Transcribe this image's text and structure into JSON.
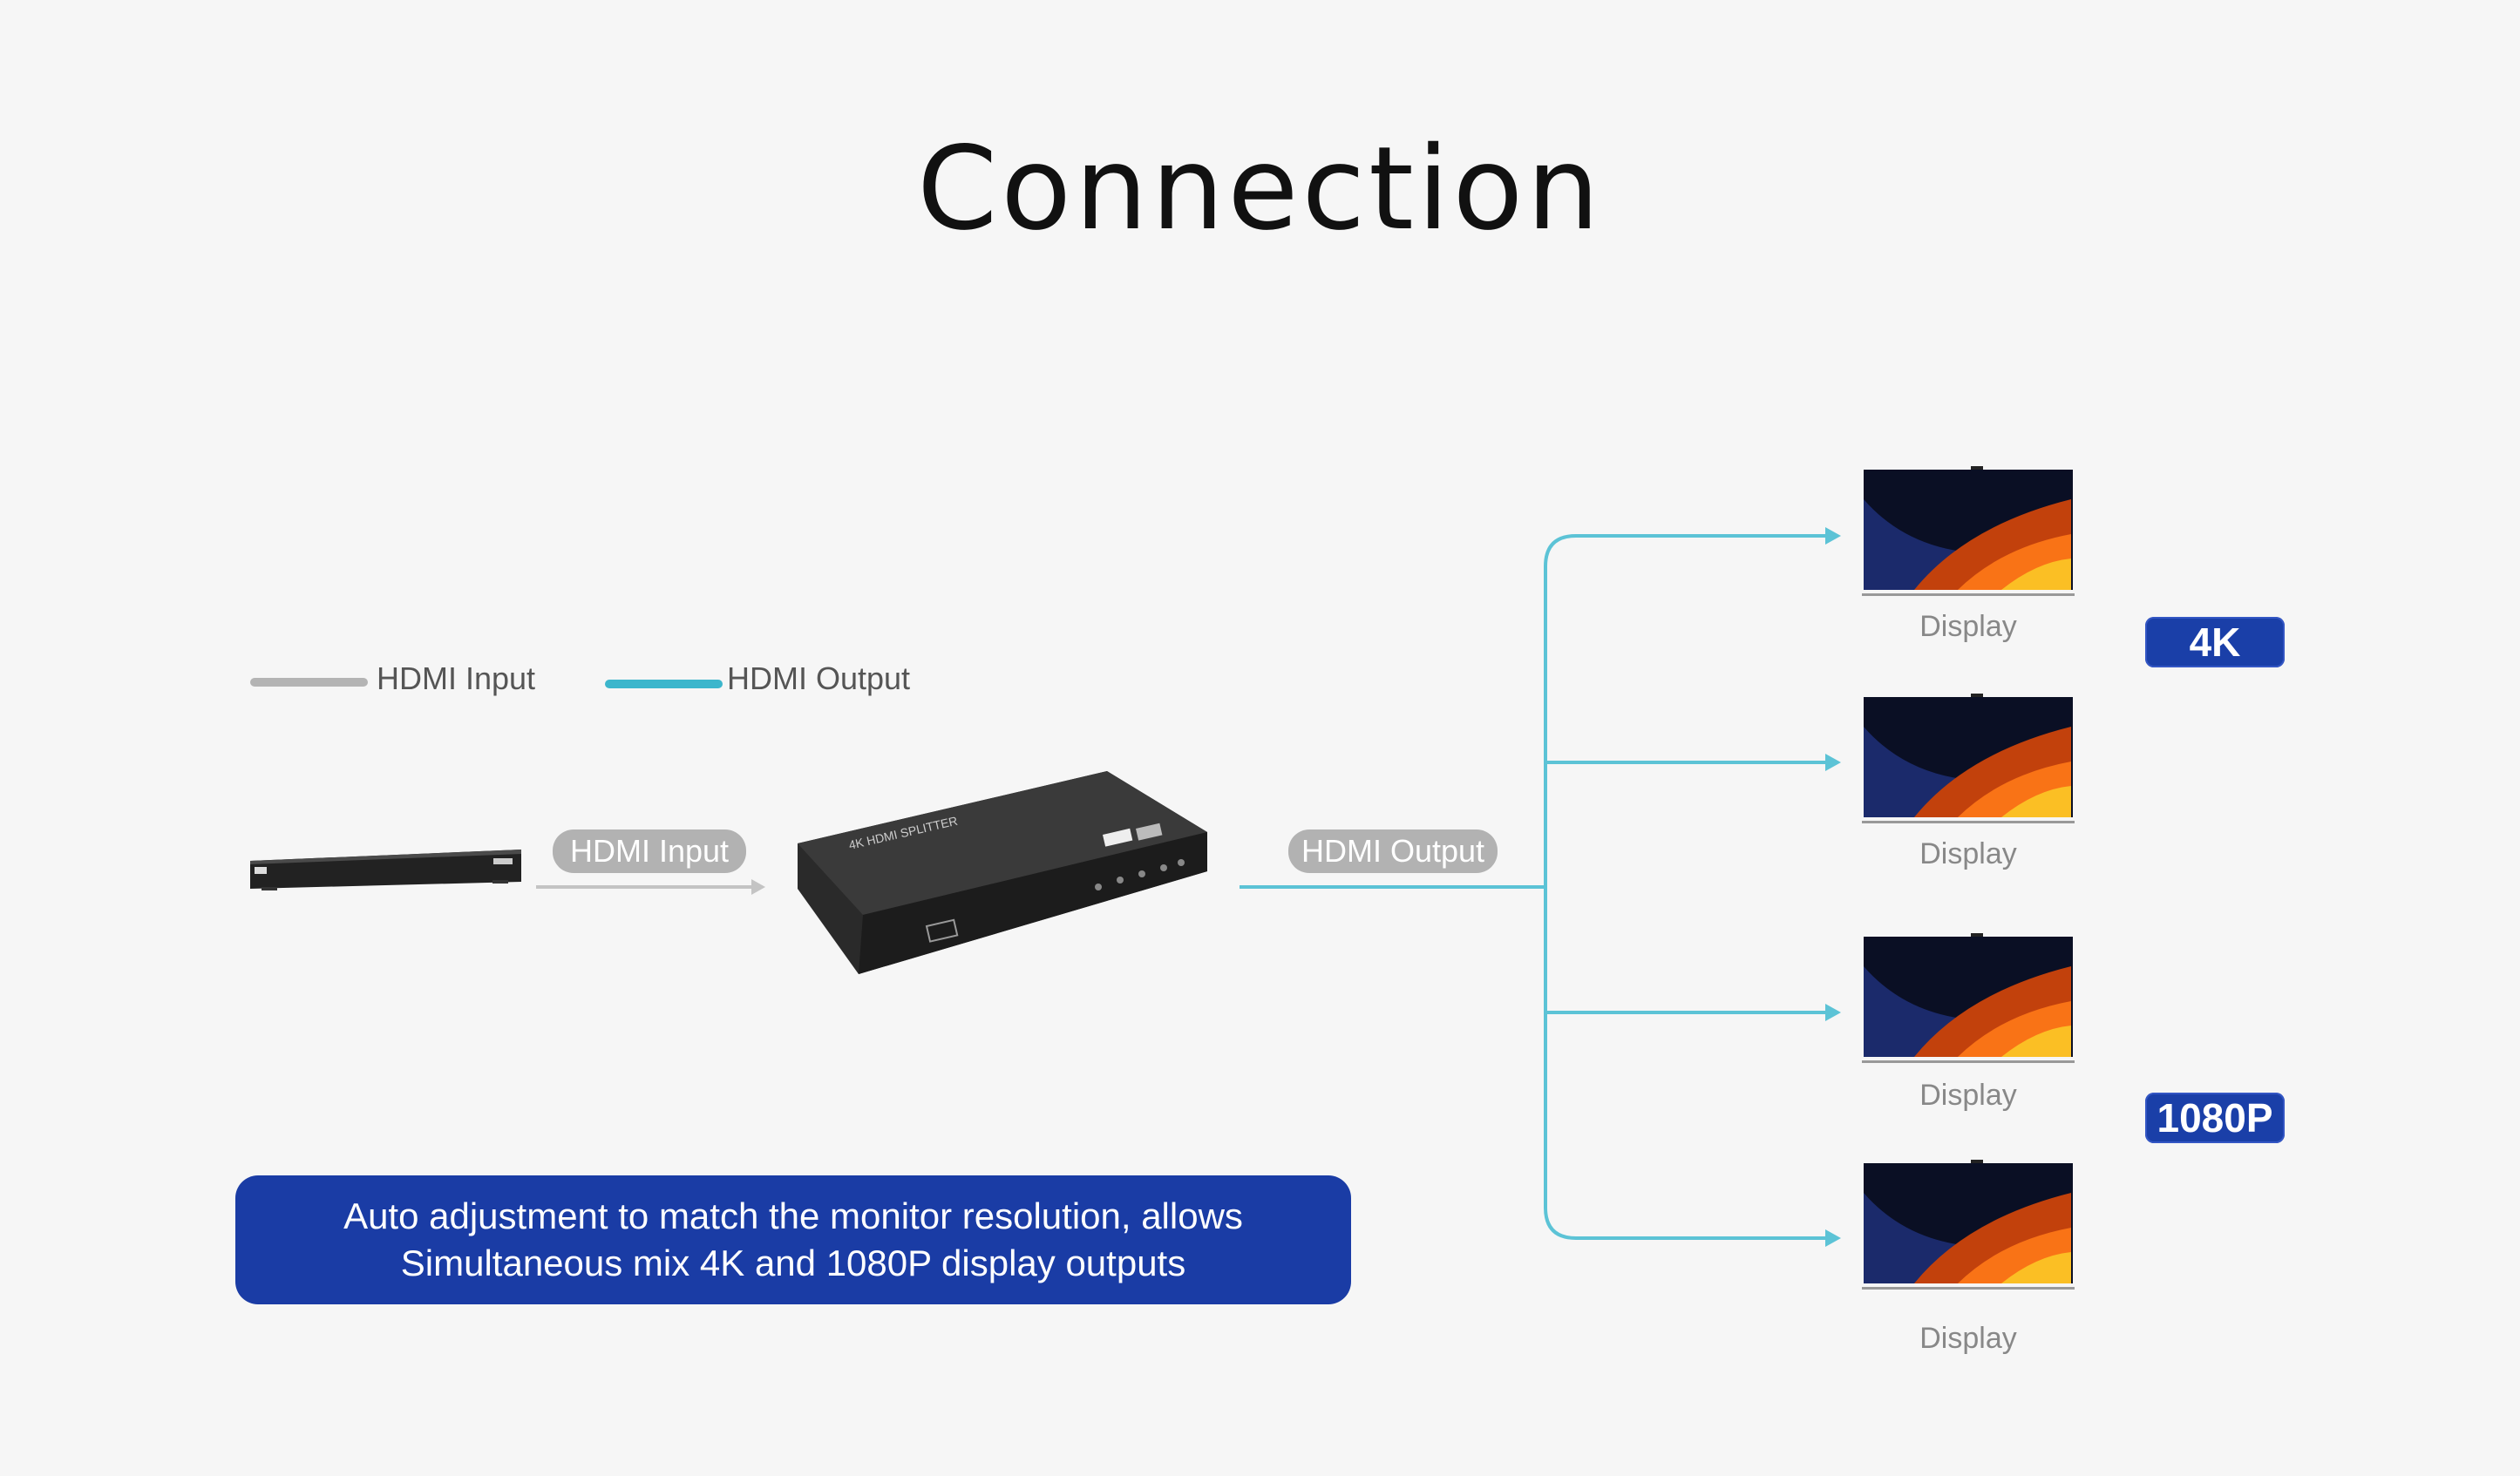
{
  "title": "Connection",
  "legend": {
    "input_label": "HDMI Input",
    "output_label": "HDMI Output",
    "input_color": "#b4b4b4",
    "output_color": "#3cb6cc"
  },
  "flow": {
    "input_pill": "HDMI Input",
    "output_pill": "HDMI Output"
  },
  "displays": [
    {
      "label": "Display"
    },
    {
      "label": "Display"
    },
    {
      "label": "Display"
    },
    {
      "label": "Display"
    }
  ],
  "badges": {
    "top": "4K",
    "bottom": "1080P"
  },
  "banner": {
    "line1": "Auto adjustment to match the monitor resolution, allows",
    "line2": "Simultaneous mix 4K and 1080P display outputs"
  },
  "colors": {
    "accent_blue": "#1a3ca5",
    "wire_cyan": "#5cc3d6",
    "wire_grey": "#c4c4c4"
  }
}
